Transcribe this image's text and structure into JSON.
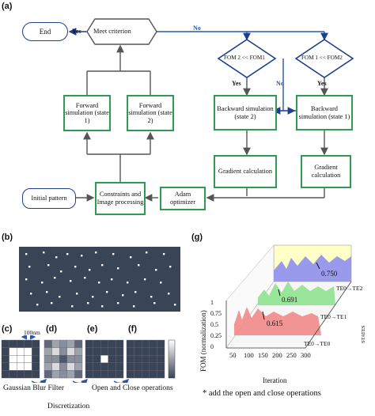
{
  "panels": {
    "a": "(a)",
    "b": "(b)",
    "c": "(c)",
    "d": "(d)",
    "e": "(e)",
    "f": "(f)",
    "g": "(g)"
  },
  "flow": {
    "end": "End",
    "yes": "Yes",
    "no": "No",
    "meet": "Meet criterion",
    "fom2": "FOM 2 << FOM1",
    "fom1": "FOM 1 << FOM2",
    "fwd1": "Forward simulation (state 1)",
    "fwd2": "Forward simulation (state 2)",
    "bwd2": "Backward simulation (state 2)",
    "bwd1": "Backward simulation (state 1)",
    "grad_l": "Gradient calculation",
    "grad_r": "Gradient calculation",
    "constraints": "Constraints and Image processing",
    "adam": "Adam optimizer",
    "initial": "Initial pattern"
  },
  "small": {
    "scale": "100nm",
    "gaussian": "Gaussian Blur Filter",
    "discretization": "Discretization",
    "openclose": "Open and Close operations"
  },
  "colors": {
    "green": "#2e9a52",
    "navy": "#1f3f8a",
    "blue": "#2856b0",
    "dark": "#3a4457"
  },
  "chart_data": {
    "type": "area",
    "title": "",
    "xlabel": "Iteration",
    "ylabel": "FOM (normalization)",
    "zlabel": "STATES",
    "x_ticks": [
      50,
      100,
      150,
      200,
      250,
      300
    ],
    "y_ticks": [
      0,
      0.25,
      0.5,
      0.75,
      1
    ],
    "series": [
      {
        "name": "TE0→TE0",
        "color": "#f28a8a",
        "final": null
      },
      {
        "name": "TE0→TE1",
        "color": "#8fe38f",
        "final": 0.615
      },
      {
        "name": "TE0→TE2",
        "color": "#8f8ff0",
        "final": 0.691
      }
    ],
    "annotations": [
      "0.750",
      "0.691",
      "0.615"
    ],
    "footnote": "* add the open and close operations"
  }
}
